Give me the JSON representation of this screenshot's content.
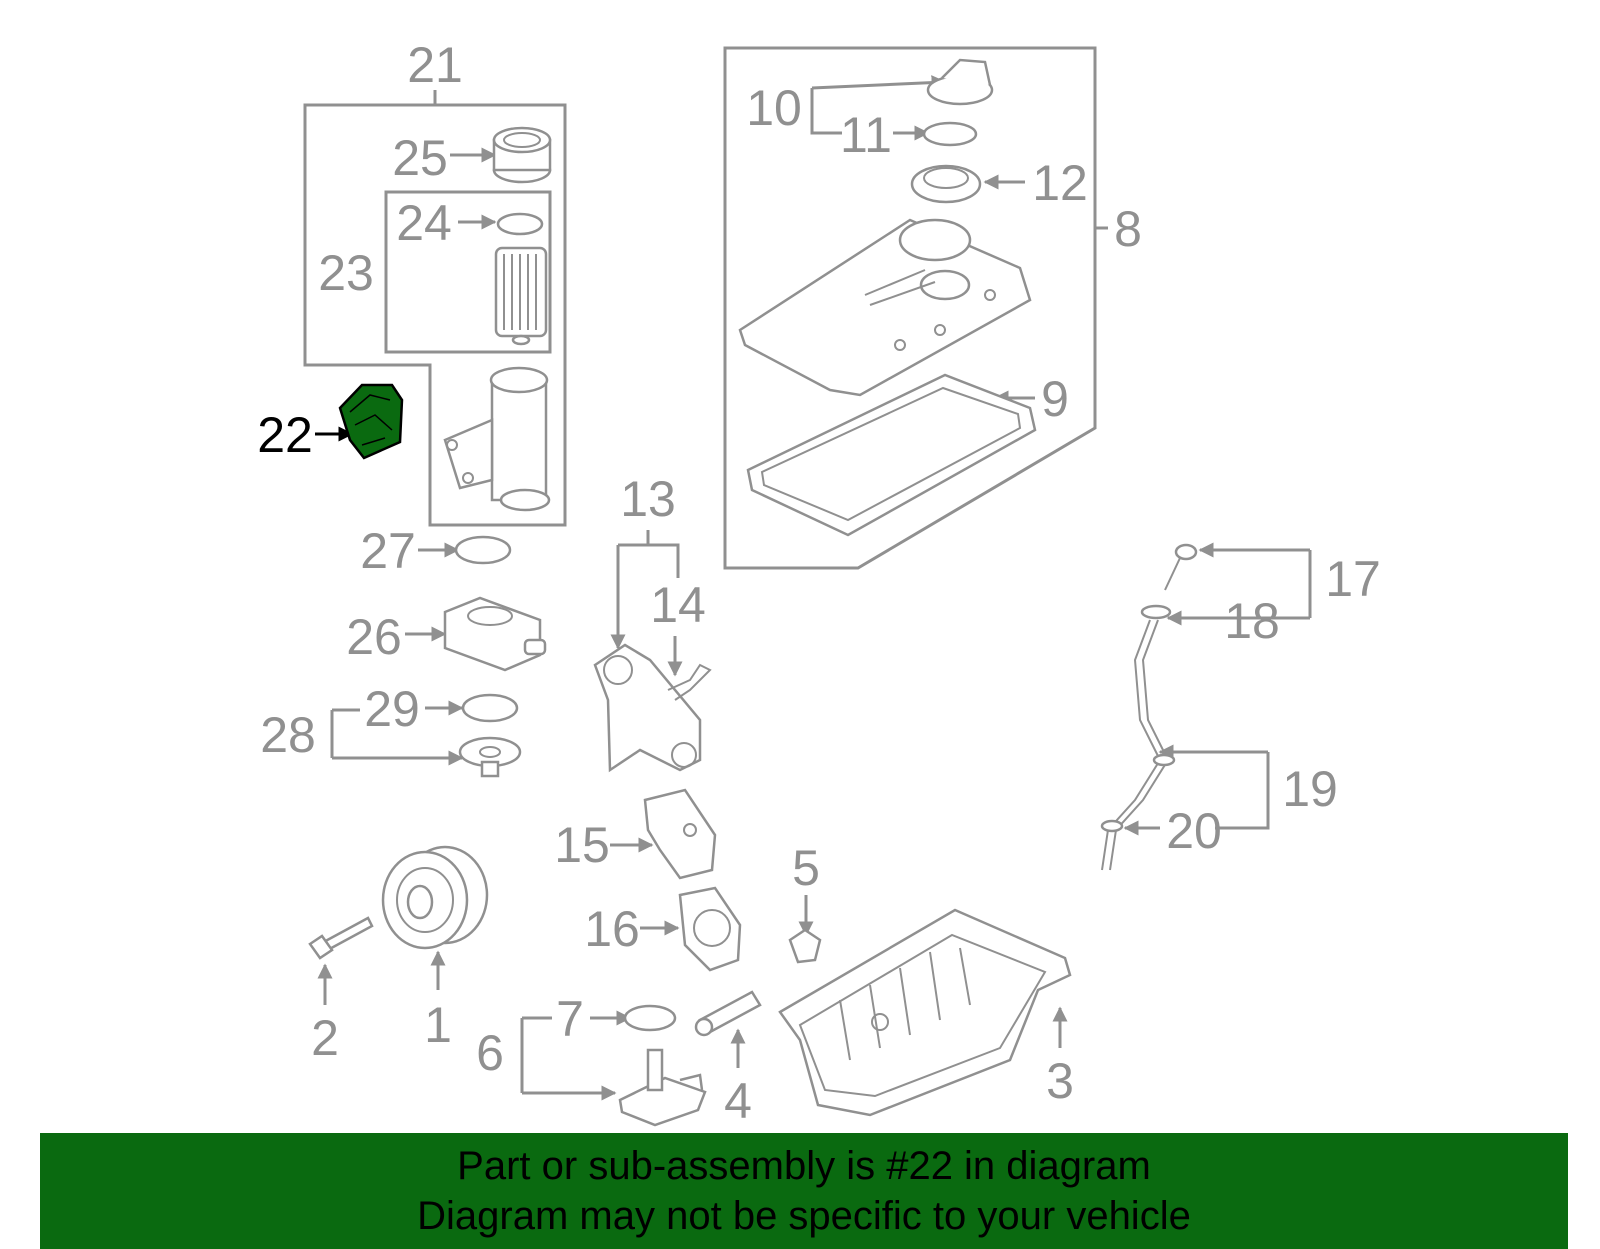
{
  "diagram": {
    "callouts": [
      "1",
      "2",
      "3",
      "4",
      "5",
      "6",
      "7",
      "8",
      "9",
      "10",
      "11",
      "12",
      "13",
      "14",
      "15",
      "16",
      "17",
      "18",
      "19",
      "20",
      "21",
      "22",
      "23",
      "24",
      "25",
      "26",
      "27",
      "28",
      "29"
    ],
    "highlighted_callout": "22"
  },
  "banner": {
    "line1": "Part or sub-assembly is #22 in diagram",
    "line2": "Diagram may not be specific to your vehicle"
  },
  "colors": {
    "banner": "#0a6a10",
    "highlight_part": "#0a6a10",
    "line": "#909090",
    "text": "#000000"
  }
}
